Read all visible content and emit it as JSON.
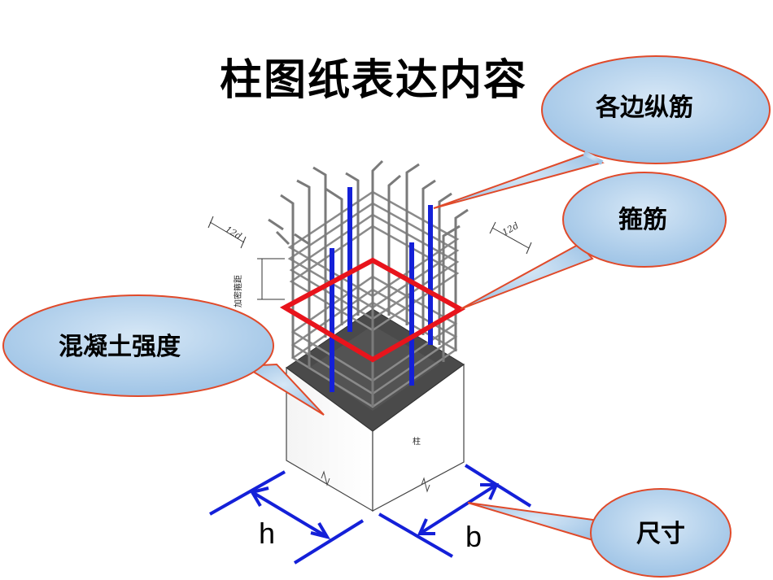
{
  "title": "柱图纸表达内容",
  "callouts": {
    "longitudinal": "各边纵筋",
    "stirrup": "箍筋",
    "concrete": "混凝土强度",
    "dimension": "尺寸"
  },
  "dimensions": {
    "h": "h",
    "b": "b"
  },
  "drawing_labels": {
    "anchor_left": "12d",
    "anchor_right": "12d",
    "dense_zone": "加密箍距",
    "column": "柱"
  },
  "colors": {
    "callout_fill": "#a9cbe9",
    "callout_stroke": "#e04a2a",
    "bar_blue": "#1420d8",
    "stirrup_red": "#e8141c",
    "concrete_dark": "#4a4a4a"
  }
}
